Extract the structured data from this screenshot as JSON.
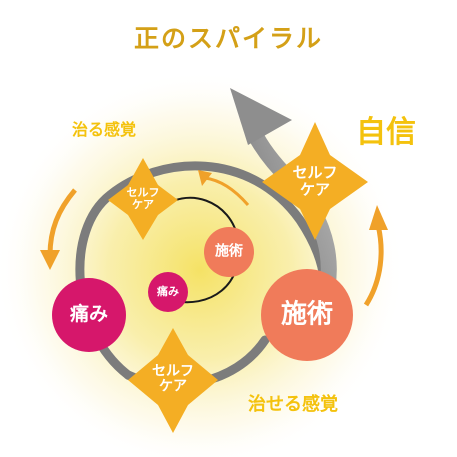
{
  "title": "正のスパイラル",
  "colors": {
    "accent_gold": "#d4a017",
    "glow_center": "#f7e46a",
    "star": "#f4ae24",
    "orange_arrow": "#f0a12a",
    "pain": "#d6176b",
    "treatment": "#f07b5a",
    "spiral": "#8a8a8a"
  },
  "labels": {
    "confidence": "自信",
    "cure_feeling": "治る感覚",
    "heal_feeling": "治せる感覚"
  },
  "nodes": {
    "pain_small": "痛み",
    "pain_large": "痛み",
    "treatment_small": "施術",
    "treatment_large": "施術"
  },
  "stars": {
    "small": [
      "セルフ",
      "ケア"
    ],
    "bottom": [
      "セルフ",
      "ケア"
    ],
    "right": [
      "セルフ",
      "ケア"
    ]
  }
}
